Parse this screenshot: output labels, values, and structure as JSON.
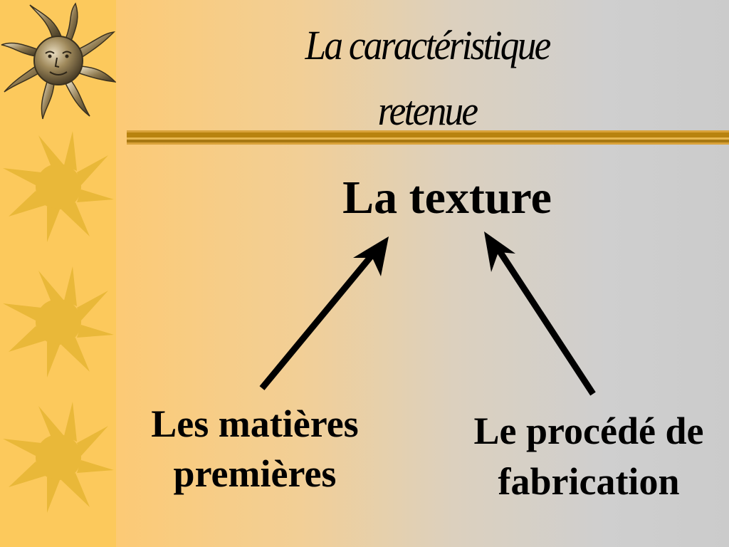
{
  "slide": {
    "title_line1": "La caractéristique",
    "title_line2": "retenue",
    "center_label": "La texture",
    "left_label_line1": "Les matières",
    "left_label_line2": "premières",
    "right_label_line1": "Le procédé de",
    "right_label_line2": "fabrication"
  },
  "colors": {
    "sidebar": "#fcc95c",
    "sun": "#e9b839",
    "divider_gold": "#c98f1c",
    "text": "#000000"
  },
  "icons": [
    "sun-face-icon",
    "sun-icon",
    "sun-icon",
    "sun-icon"
  ]
}
